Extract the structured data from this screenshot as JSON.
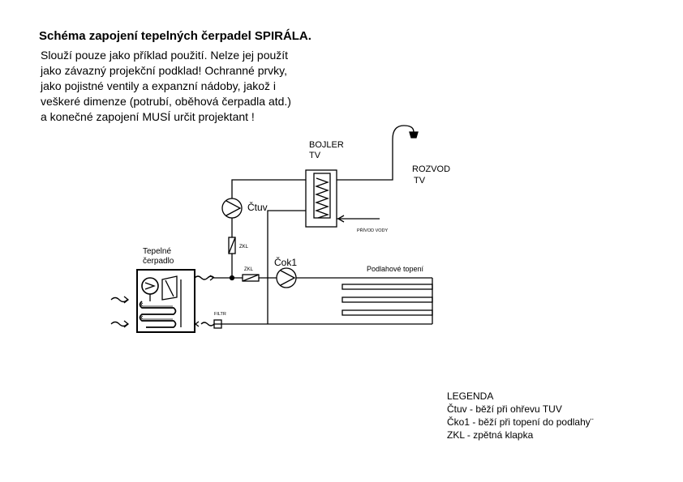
{
  "title": "Schéma zapojení tepelných čerpadel SPIRÁLA.",
  "intro": [
    "Slouží pouze jako příklad použití. Nelze jej použít",
    "jako závazný projekční podklad! Ochranné prvky,",
    "jako pojistné ventily a expanzní nádoby, jakož i",
    "veškeré dimenze (potrubí, oběhová čerpadla atd.)",
    "a konečné zapojení MUSÍ určit projektant !"
  ],
  "diagram": {
    "boiler_label_line1": "BOJLER",
    "boiler_label_line2": "TV",
    "distribution_label_line1": "ROZVOD",
    "distribution_label_line2": "TV",
    "pump_ctuv_label": "Čtuv",
    "pump_cok1_label": "Čok1",
    "check_valve_top_label": "ZKL",
    "check_valve_bottom_label": "ZKL",
    "heat_pump_label_line1": "Tepelné",
    "heat_pump_label_line2": "čerpadlo",
    "filter_label": "FILTR",
    "water_inlet_label": "PŘÍVOD VODY",
    "floor_heating_label": "Podlahové topení"
  },
  "legend": {
    "heading": "LEGENDA",
    "items": [
      "Čtuv -  běží při ohřevu TUV",
      "Čko1 - běží při topení do podlahy¨",
      "ZKL -  zpětná klapka"
    ]
  }
}
